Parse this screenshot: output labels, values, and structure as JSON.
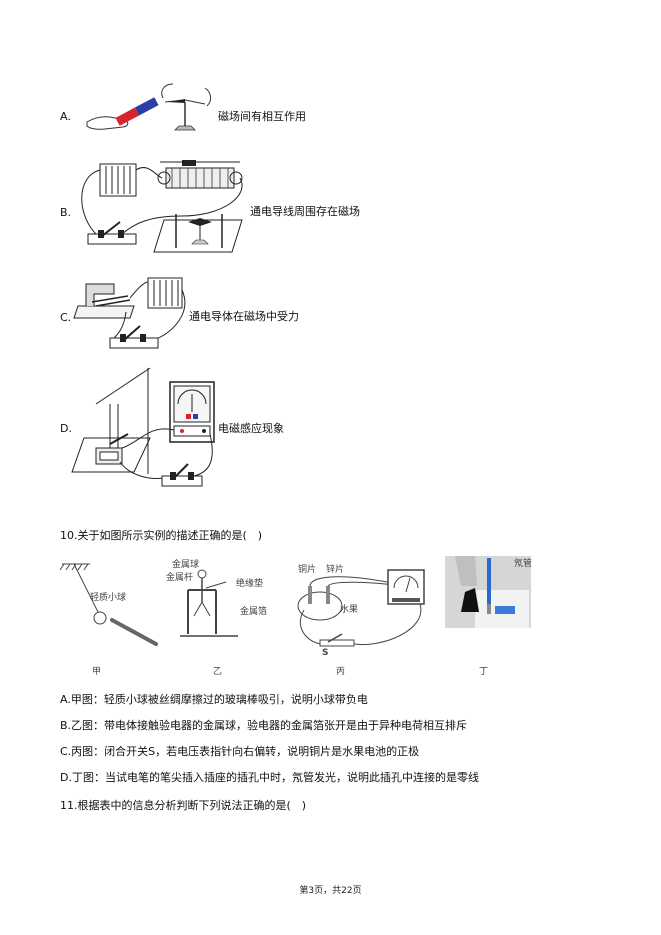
{
  "q9": {
    "options": [
      {
        "letter": "A.",
        "caption": "磁场间有相互作用"
      },
      {
        "letter": "B.",
        "caption": "通电导线周围存在磁场"
      },
      {
        "letter": "C.",
        "caption": "通电导体在磁场中受力"
      },
      {
        "letter": "D.",
        "caption": "电磁感应现象"
      }
    ]
  },
  "q10": {
    "stem": "10.关于如图所示实例的描述正确的是(　)",
    "figure_labels": {
      "jia_ball": "轻质小球",
      "yi_ball": "金属球",
      "yi_rod": "金属杆",
      "yi_pad": "绝缘垫",
      "yi_foil": "金属箔",
      "bing_cu": "铜片",
      "bing_zn": "锌片",
      "bing_fruit": "水果",
      "bing_switch": "S",
      "ding_tube": "氖管"
    },
    "figure_captions": [
      "甲",
      "乙",
      "丙",
      "丁"
    ],
    "options": [
      "A.甲图：轻质小球被丝绸摩擦过的玻璃棒吸引，说明小球带负电",
      "B.乙图：带电体接触验电器的金属球，验电器的金属箔张开是由于异种电荷相互排斥",
      "C.丙图：闭合开关S，若电压表指针向右偏转，说明铜片是水果电池的正极",
      "D.丁图：当试电笔的笔尖插入插座的插孔中时，氖管发光，说明此插孔中连接的是零线"
    ]
  },
  "q11": {
    "stem": "11.根据表中的信息分析判断下列说法正确的是(　)"
  },
  "footer": "第3页，共22页"
}
